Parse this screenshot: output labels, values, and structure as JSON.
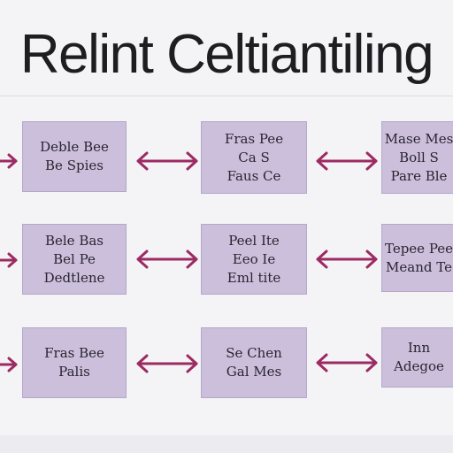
{
  "title": "Relint Celtiantiling",
  "colors": {
    "box_fill": "#cbbfdc",
    "arrow": "#9c2a63",
    "background": "#f4f4f6"
  },
  "rows": [
    {
      "boxes": [
        {
          "lines": [
            "Deble Bee",
            "Be Spies"
          ]
        },
        {
          "lines": [
            "Fras Pee",
            "Ca S",
            "Faus Ce"
          ]
        },
        {
          "lines": [
            "Mase Mes",
            "Boll S",
            "Pare Ble"
          ]
        }
      ]
    },
    {
      "boxes": [
        {
          "lines": [
            "Bele Bas",
            "Bel Pe",
            "Dedtlene"
          ]
        },
        {
          "lines": [
            "Peel Ite",
            "Eeo Ie",
            "Eml tite"
          ]
        },
        {
          "lines": [
            "Tepee Pee",
            "Meand Te"
          ]
        }
      ]
    },
    {
      "boxes": [
        {
          "lines": [
            "Fras Bee",
            "Palis"
          ]
        },
        {
          "lines": [
            "Se Chen",
            "Gal Mes"
          ]
        },
        {
          "lines": [
            "Inn",
            "Adegoe"
          ]
        }
      ]
    }
  ]
}
